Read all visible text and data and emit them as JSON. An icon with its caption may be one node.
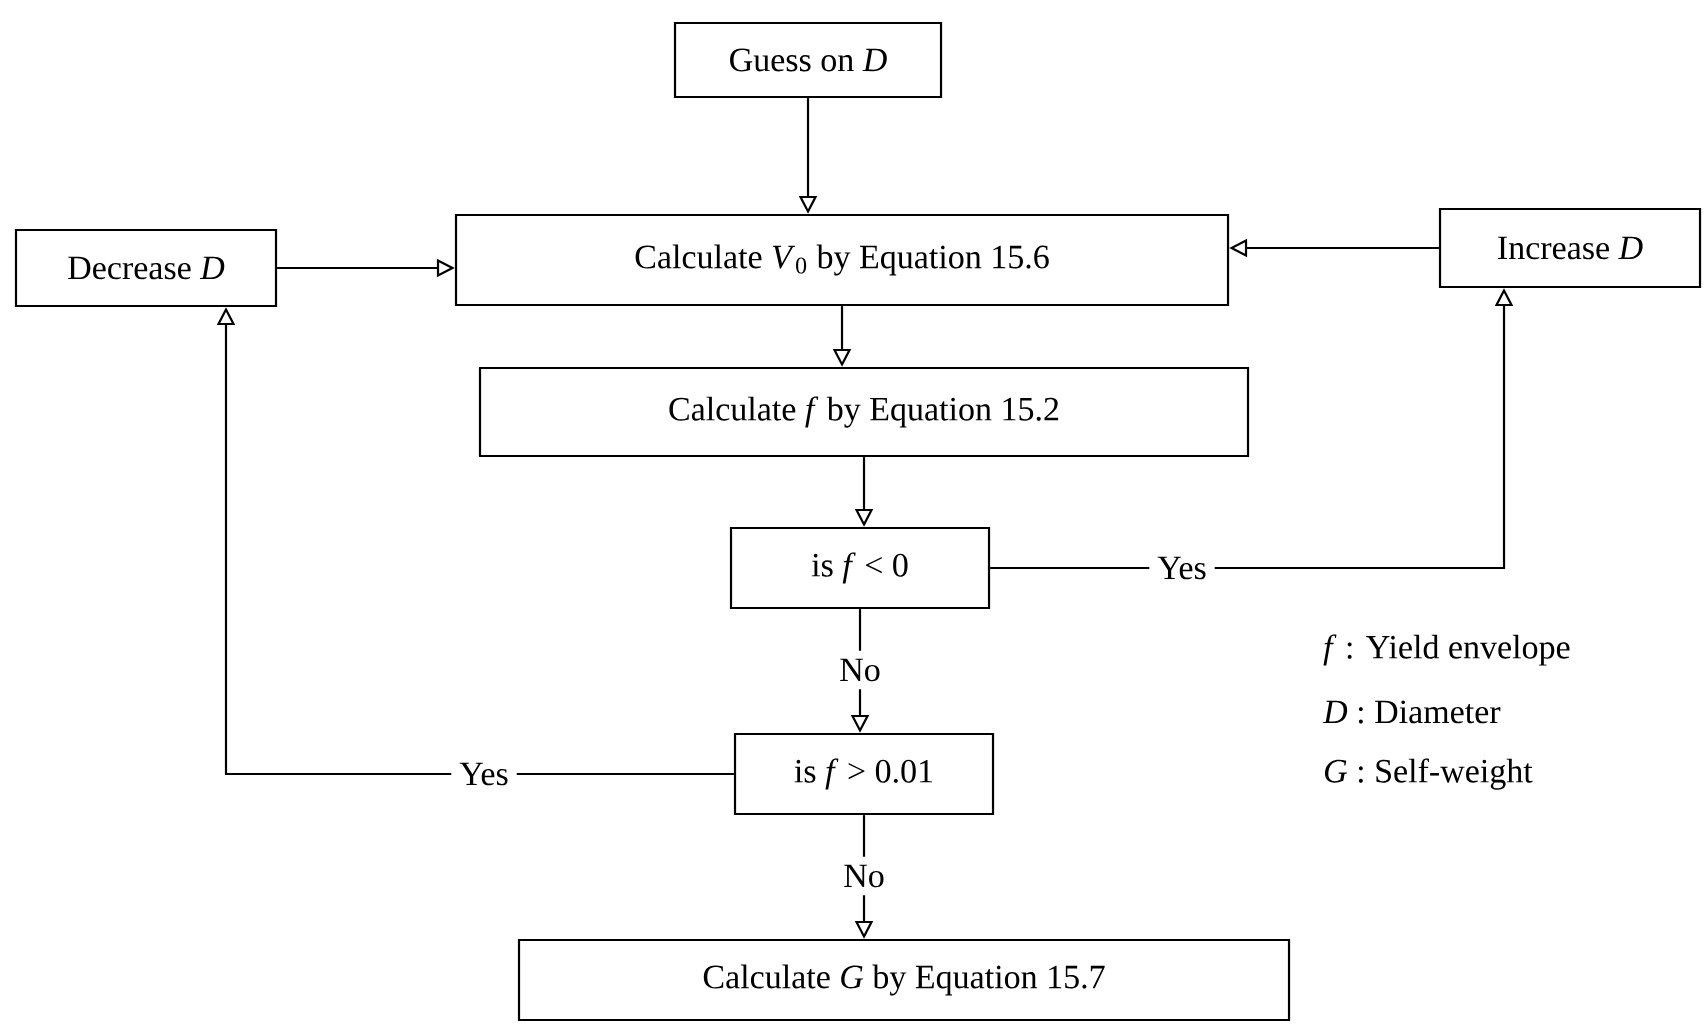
{
  "diagram": {
    "nodes": [
      {
        "text": [
          "Guess on *D*"
        ]
      },
      {
        "text": [
          "Calculate *V*$_{0}$ by Equation 15.6"
        ]
      },
      {
        "text": [
          "Decrease *D*"
        ]
      },
      {
        "text": [
          "Increase *D*"
        ]
      },
      {
        "text": [
          "Calculate *f* by Equation 15.2"
        ]
      },
      {
        "text": [
          "is *f* < 0"
        ]
      },
      {
        "text": [
          "is *f* > 0.01"
        ]
      },
      {
        "text": [
          "Calculate *G* by Equation 15.7"
        ]
      }
    ],
    "edges": [
      {
        "from": 0,
        "to": 1,
        "arrow": "to"
      },
      {
        "from": 2,
        "to": 1,
        "arrow": "to"
      },
      {
        "from": 3,
        "to": 1,
        "arrow": "to"
      },
      {
        "from": 1,
        "to": 4,
        "arrow": "to"
      },
      {
        "from": 4,
        "to": 5,
        "arrow": "to"
      },
      {
        "from": 5,
        "to": 3,
        "arrow": "to",
        "label": "Yes"
      },
      {
        "from": 5,
        "to": 6,
        "arrow": "to",
        "label": "No"
      },
      {
        "from": 6,
        "to": 2,
        "arrow": "to",
        "label": "Yes"
      },
      {
        "from": 6,
        "to": 7,
        "arrow": "to",
        "label": "No"
      }
    ],
    "labels": [
      "*f* : Yield envelope",
      "*D* : Diameter",
      "*G* : Self-weight"
    ]
  }
}
